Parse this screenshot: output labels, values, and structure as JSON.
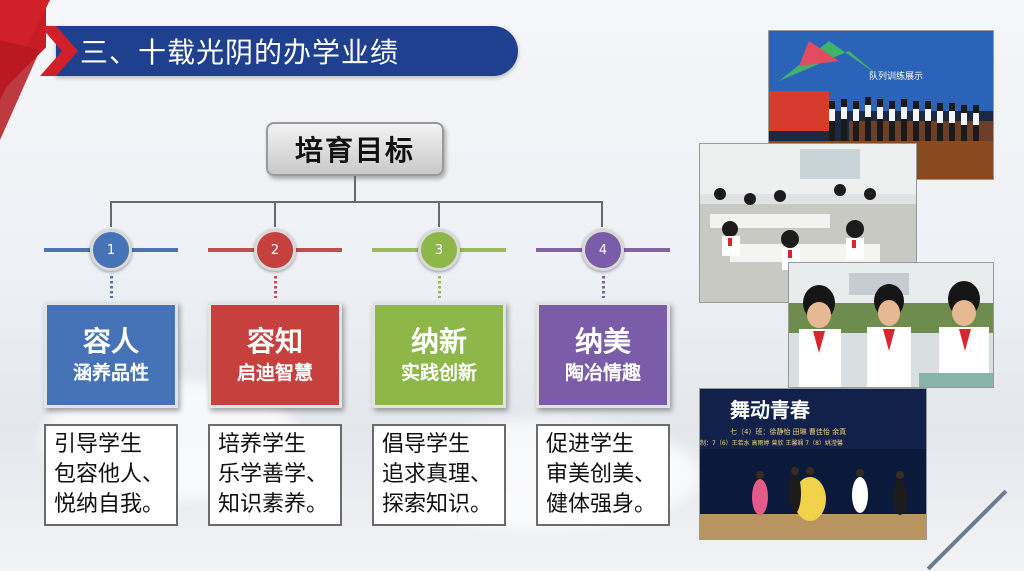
{
  "header": {
    "title": "三、十载光阴的办学业绩"
  },
  "root": {
    "label": "培育目标"
  },
  "goals": [
    {
      "number": "1",
      "title": "容人",
      "subtitle": "涵养品性",
      "description": "引导学生\n包容他人、\n悦纳自我。",
      "color": "#4672b8",
      "line_color": "#4f74b3"
    },
    {
      "number": "2",
      "title": "容知",
      "subtitle": "启迪智慧",
      "description": "培养学生\n乐学善学、\n知识素养。",
      "color": "#c6403d",
      "line_color": "#c0504d"
    },
    {
      "number": "3",
      "title": "纳新",
      "subtitle": "实践创新",
      "description": "倡导学生\n追求真理、\n探索知识。",
      "color": "#8db748",
      "line_color": "#9bbb59"
    },
    {
      "number": "4",
      "title": "纳美",
      "subtitle": "陶冶情趣",
      "description": "促进学生\n审美创美、\n健体强身。",
      "color": "#7a5ca8",
      "line_color": "#8064a2"
    }
  ],
  "photos": {
    "stage_banner": "队列训练展示",
    "dance_title": "舞动青春",
    "dance_caption_1": "七（4）班：徐静怡 田琳 曹佳怡 余真",
    "dance_caption_2": "制：7（6）王若水 高雨婷 曾欣 王馨娴 7（8）姚滢馨"
  },
  "colors": {
    "title_bar": "#1f3f8f",
    "accent_red": "#d0202a"
  }
}
